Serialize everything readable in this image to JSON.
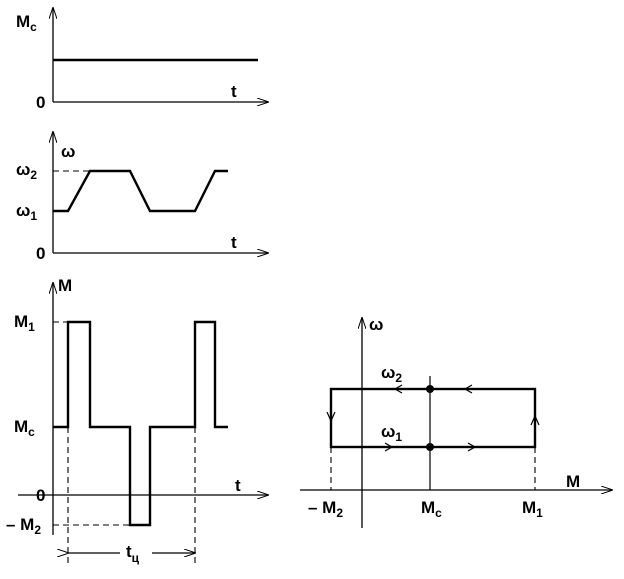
{
  "panel_torque_load": {
    "y_axis_label": "M",
    "y_axis_sub": "c",
    "origin_label": "0",
    "x_axis_label": "t"
  },
  "panel_speed": {
    "y_axis_label": "ω",
    "level_high_label": "ω",
    "level_high_sub": "2",
    "level_low_label": "ω",
    "level_low_sub": "1",
    "origin_label": "0",
    "x_axis_label": "t"
  },
  "panel_torque": {
    "y_axis_label": "M",
    "m1_label": "M",
    "m1_sub": "1",
    "mc_label": "M",
    "mc_sub": "c",
    "origin_label": "0",
    "neg_m2_label": "– M",
    "neg_m2_sub": "2",
    "x_axis_label": "t",
    "cycle_label": "t",
    "cycle_sub": "ц"
  },
  "panel_mechanical": {
    "y_axis_label": "ω",
    "x_axis_label": "M",
    "omega2_label": "ω",
    "omega2_sub": "2",
    "omega1_label": "ω",
    "omega1_sub": "1",
    "neg_m2_label": "– M",
    "neg_m2_sub": "2",
    "mc_label": "M",
    "mc_sub": "c",
    "m1_label": "M",
    "m1_sub": "1"
  }
}
